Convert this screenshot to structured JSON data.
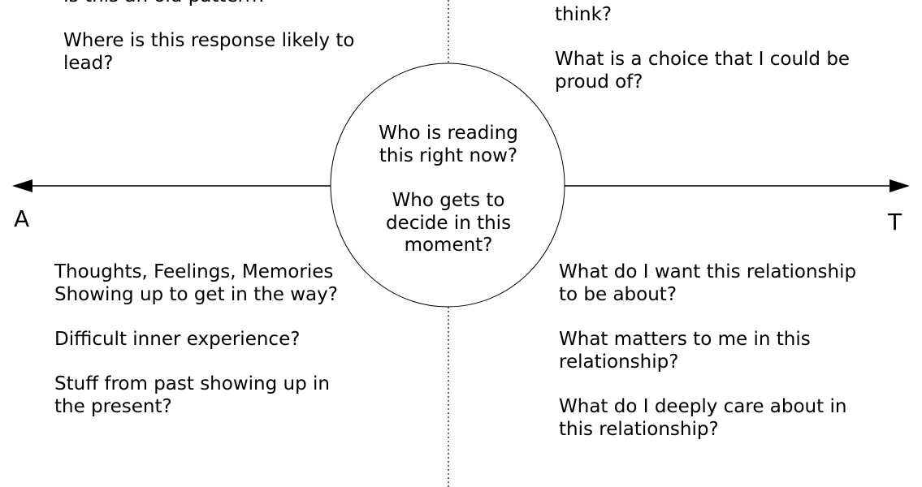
{
  "diagram": {
    "axis": {
      "left_label": "A",
      "right_label": "T"
    },
    "center": {
      "question_1": "Who is reading\nthis right now?",
      "question_2": "Who gets to\ndecide in this\nmoment?"
    },
    "top_left": {
      "partial_line": "Is this an old pattern?",
      "question": "Where is this response likely to\nlead?"
    },
    "top_right": {
      "partial_line": "think?",
      "question": "What is a choice that I could be\nproud of?"
    },
    "bottom_left": {
      "question_1": "Thoughts, Feelings, Memories\nShowing up to get in the way?",
      "question_2": "Difficult inner experience?",
      "question_3": "Stuff from past showing up in\nthe present?"
    },
    "bottom_right": {
      "question_1": "What do I want this relationship\nto be about?",
      "question_2": "What matters to me in this\nrelationship?",
      "question_3": "What do I deeply care about in\nthis relationship?"
    }
  }
}
